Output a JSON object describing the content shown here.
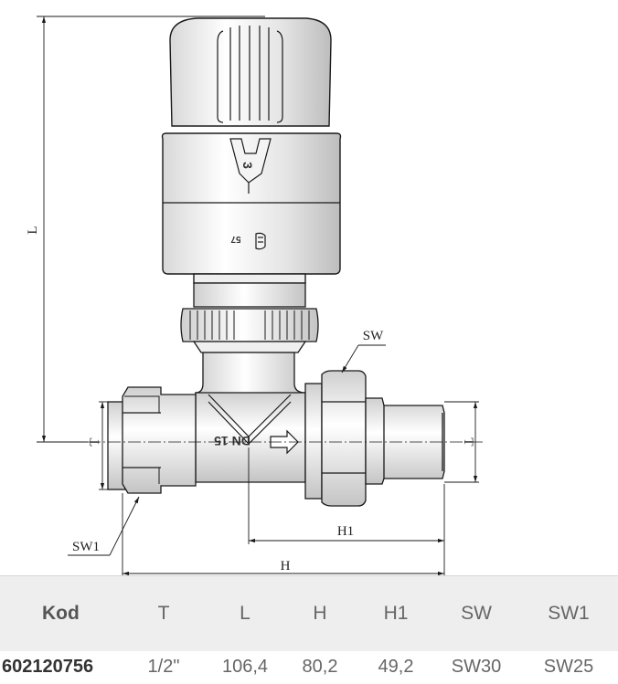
{
  "drawing": {
    "dimensions": {
      "L": "L",
      "T_left": "T",
      "T_right": "T",
      "SW": "SW",
      "SW1": "SW1",
      "H1": "H1",
      "H": "H"
    },
    "body_marking": "DN 15",
    "head_scale_marking": "3",
    "head_marking": "57"
  },
  "table": {
    "headers": [
      "Kod",
      "T",
      "L",
      "H",
      "H1",
      "SW",
      "SW1"
    ],
    "rows": [
      [
        "602120756",
        "1/2\"",
        "106,4",
        "80,2",
        "49,2",
        "SW30",
        "SW25"
      ]
    ]
  },
  "colors": {
    "line": "#1a1a1a",
    "table_header_bg": "#eeeeee",
    "table_text": "#666666"
  }
}
